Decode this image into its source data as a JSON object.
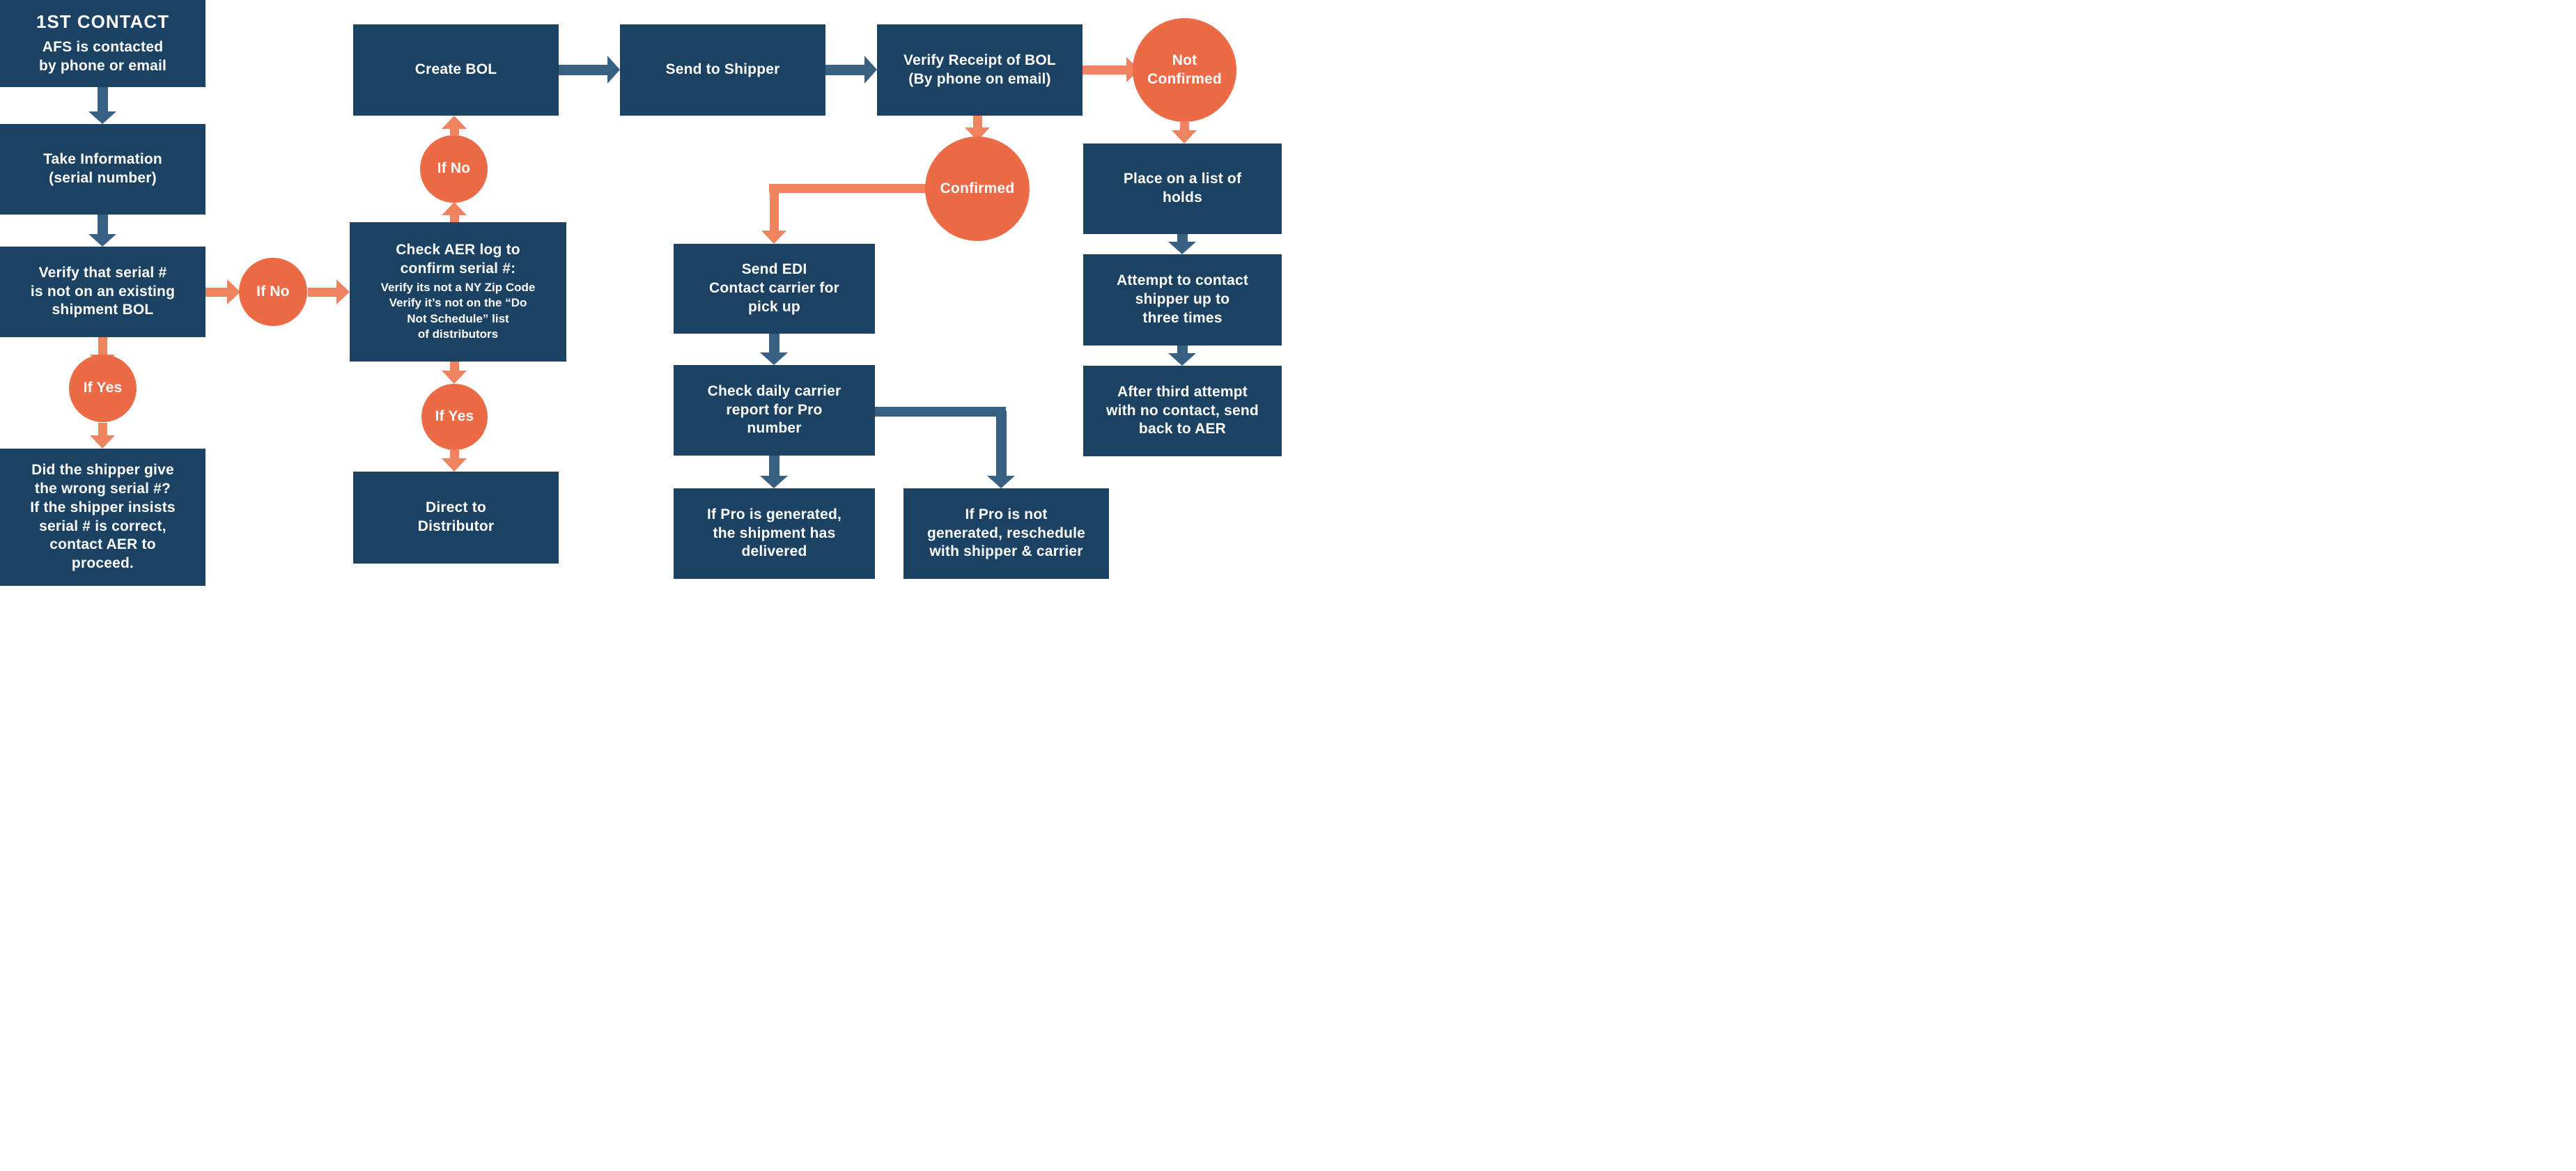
{
  "title": "Shipping workflow flowchart",
  "colors": {
    "box_navy": "#1B4163",
    "arrow_navy": "#386083",
    "circle_orange": "#EC6A45",
    "arrow_orange": "#F0835F",
    "text_white": "#FFFFFF",
    "background": "#FFFFFF"
  },
  "nodes": {
    "first_contact": {
      "title": "1ST CONTACT",
      "text": "AFS is contacted\nby phone or email"
    },
    "take_info": {
      "text": "Take Information\n(serial number)"
    },
    "verify_serial": {
      "text": "Verify that serial #\nis not on an existing\nshipment BOL"
    },
    "did_shipper": {
      "text": "Did the shipper give\nthe wrong serial #?\nIf the shipper insists\nserial # is correct,\ncontact AER to\nproceed."
    },
    "check_aer": {
      "heading": "Check AER log to\nconfirm serial #:",
      "details": "Verify its not a NY Zip Code\nVerify it’s not on the “Do\nNot Schedule” list\nof distributors"
    },
    "create_bol": {
      "text": "Create BOL"
    },
    "send_shipper": {
      "text": "Send to Shipper"
    },
    "verify_receipt": {
      "text": "Verify Receipt of BOL\n(By phone on email)"
    },
    "direct_distributor": {
      "text": "Direct to\nDistributor"
    },
    "send_edi": {
      "text": "Send EDI\nContact carrier for\npick up"
    },
    "check_daily": {
      "text": "Check daily carrier\nreport for Pro\nnumber"
    },
    "if_pro_generated": {
      "text": "If Pro is generated,\nthe shipment has\ndelivered"
    },
    "if_pro_not_generated": {
      "text": "If Pro is not\ngenerated, reschedule\nwith shipper & carrier"
    },
    "holds": {
      "text": "Place on a list of\nholds"
    },
    "attempt_contact": {
      "text": "Attempt to contact\nshipper up to\nthree times"
    },
    "after_third": {
      "text": "After third attempt\nwith no contact, send\nback to AER"
    }
  },
  "decisions": {
    "if_no_1": "If No",
    "if_yes_1": "If Yes",
    "if_no_2": "If No",
    "if_yes_2": "If Yes",
    "confirmed": "Confirmed",
    "not_confirmed": "Not\nConfirmed"
  }
}
